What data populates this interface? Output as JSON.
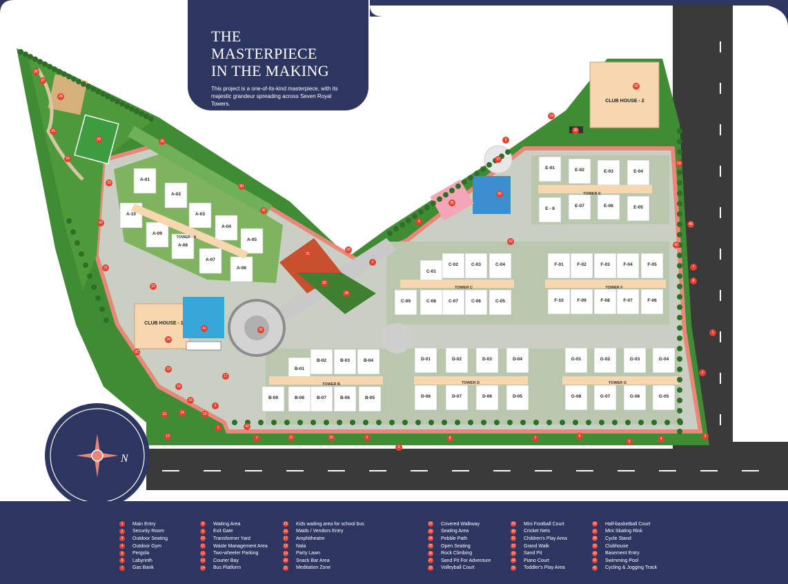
{
  "header": {
    "title_line1": "THE MASTERPIECE",
    "title_line2": "IN THE MAKING",
    "description": "This project is a one-of-its-kind masterpiece, with its majestic grandeur spreading across Seven Royal Towers."
  },
  "compass": {
    "label": "N"
  },
  "colors": {
    "navy": "#2d3561",
    "badge": "#e6402f",
    "track": "#e9877a",
    "lawn": "#4e9a3a",
    "road": "#3c3c3c",
    "building": "#f6d7b0"
  },
  "icons": [
    "compass-rose-icon",
    "tree-house-logo-icon",
    "bird-icon"
  ],
  "towers": [
    {
      "label": "TOWER - A",
      "units": [
        "A-01",
        "A-02",
        "A-03",
        "A-04",
        "A-05",
        "A-06",
        "A-07",
        "A-08",
        "A-09",
        "A-10"
      ]
    },
    {
      "label": "TOWER B",
      "units": [
        "B-01",
        "B-02",
        "B-03",
        "B-04",
        "B-05",
        "B-06",
        "B-07",
        "B-08",
        "B-09"
      ]
    },
    {
      "label": "TOWER C",
      "units": [
        "C-01",
        "C-02",
        "C-03",
        "C-04",
        "C-05",
        "C-06",
        "C-07",
        "C-08",
        "C-09"
      ]
    },
    {
      "label": "TOWER D",
      "units": [
        "D-01",
        "D-02",
        "D-03",
        "D-04",
        "D-05",
        "D-06",
        "D-07",
        "D-08"
      ]
    },
    {
      "label": "TOWER E",
      "units": [
        "E-01",
        "E-02",
        "E-03",
        "E-04",
        "E-05",
        "E-06",
        "E-07",
        "E - 8"
      ]
    },
    {
      "label": "TOWER F",
      "units": [
        "F-01",
        "F-02",
        "F-03",
        "F-04",
        "F-05",
        "F-06",
        "F-07",
        "F-08",
        "F-09",
        "F-10"
      ]
    },
    {
      "label": "TOWER G",
      "units": [
        "G-01",
        "G-02",
        "G-03",
        "G-04",
        "G-05",
        "G-06",
        "G-07",
        "G-08"
      ]
    }
  ],
  "clubhouses": [
    "CLUB HOUSE - 1",
    "CLUB HOUSE - 2"
  ],
  "legend": [
    {
      "n": "1",
      "label": "Main Entry"
    },
    {
      "n": "2",
      "label": "Security Room"
    },
    {
      "n": "3",
      "label": "Outdoor Seating"
    },
    {
      "n": "4",
      "label": "Outdoor Gym"
    },
    {
      "n": "5",
      "label": "Pergola"
    },
    {
      "n": "6",
      "label": "Labyrinth"
    },
    {
      "n": "7",
      "label": "Gas Bank"
    },
    {
      "n": "8",
      "label": "Waiting Area"
    },
    {
      "n": "9",
      "label": "Exit Gate"
    },
    {
      "n": "10",
      "label": "Transformer Yard"
    },
    {
      "n": "11",
      "label": "Waste Management Area"
    },
    {
      "n": "12",
      "label": "Two-wheeler Parking"
    },
    {
      "n": "13",
      "label": "Courier Bay"
    },
    {
      "n": "14",
      "label": "Bus Platform"
    },
    {
      "n": "15",
      "label": "Kids waiting area for school bus"
    },
    {
      "n": "16",
      "label": "Maids / Vendors Entry"
    },
    {
      "n": "17",
      "label": "Amphitheatre"
    },
    {
      "n": "18",
      "label": "Nala"
    },
    {
      "n": "19",
      "label": "Party Lawn"
    },
    {
      "n": "20",
      "label": "Snack Bar Area"
    },
    {
      "n": "21",
      "label": "Meditation Zone"
    },
    {
      "n": "22",
      "label": "Covered Walkway"
    },
    {
      "n": "23",
      "label": "Seating Area"
    },
    {
      "n": "24",
      "label": "Pebble Path"
    },
    {
      "n": "25",
      "label": "Open Seating"
    },
    {
      "n": "26",
      "label": "Rock Climbing"
    },
    {
      "n": "27",
      "label": "Sand Pit For Adventure"
    },
    {
      "n": "28",
      "label": "Volleyball Court"
    },
    {
      "n": "29",
      "label": "Mini Football Court"
    },
    {
      "n": "30",
      "label": "Cricket Nets"
    },
    {
      "n": "31",
      "label": "Children's Play Area"
    },
    {
      "n": "32",
      "label": "Grand Walk"
    },
    {
      "n": "33",
      "label": "Sand Pit"
    },
    {
      "n": "34",
      "label": "Piano Court"
    },
    {
      "n": "35",
      "label": "Toddler's Play Area"
    },
    {
      "n": "36",
      "label": "Half-basketball Court"
    },
    {
      "n": "37",
      "label": "Mini Skating Rink"
    },
    {
      "n": "38",
      "label": "Cycle Stand"
    },
    {
      "n": "39",
      "label": "Clubhouse"
    },
    {
      "n": "40",
      "label": "Basement Entry"
    },
    {
      "n": "41",
      "label": "Swimming Pool"
    },
    {
      "n": "42",
      "label": "Cycling & Jogging Track"
    }
  ]
}
